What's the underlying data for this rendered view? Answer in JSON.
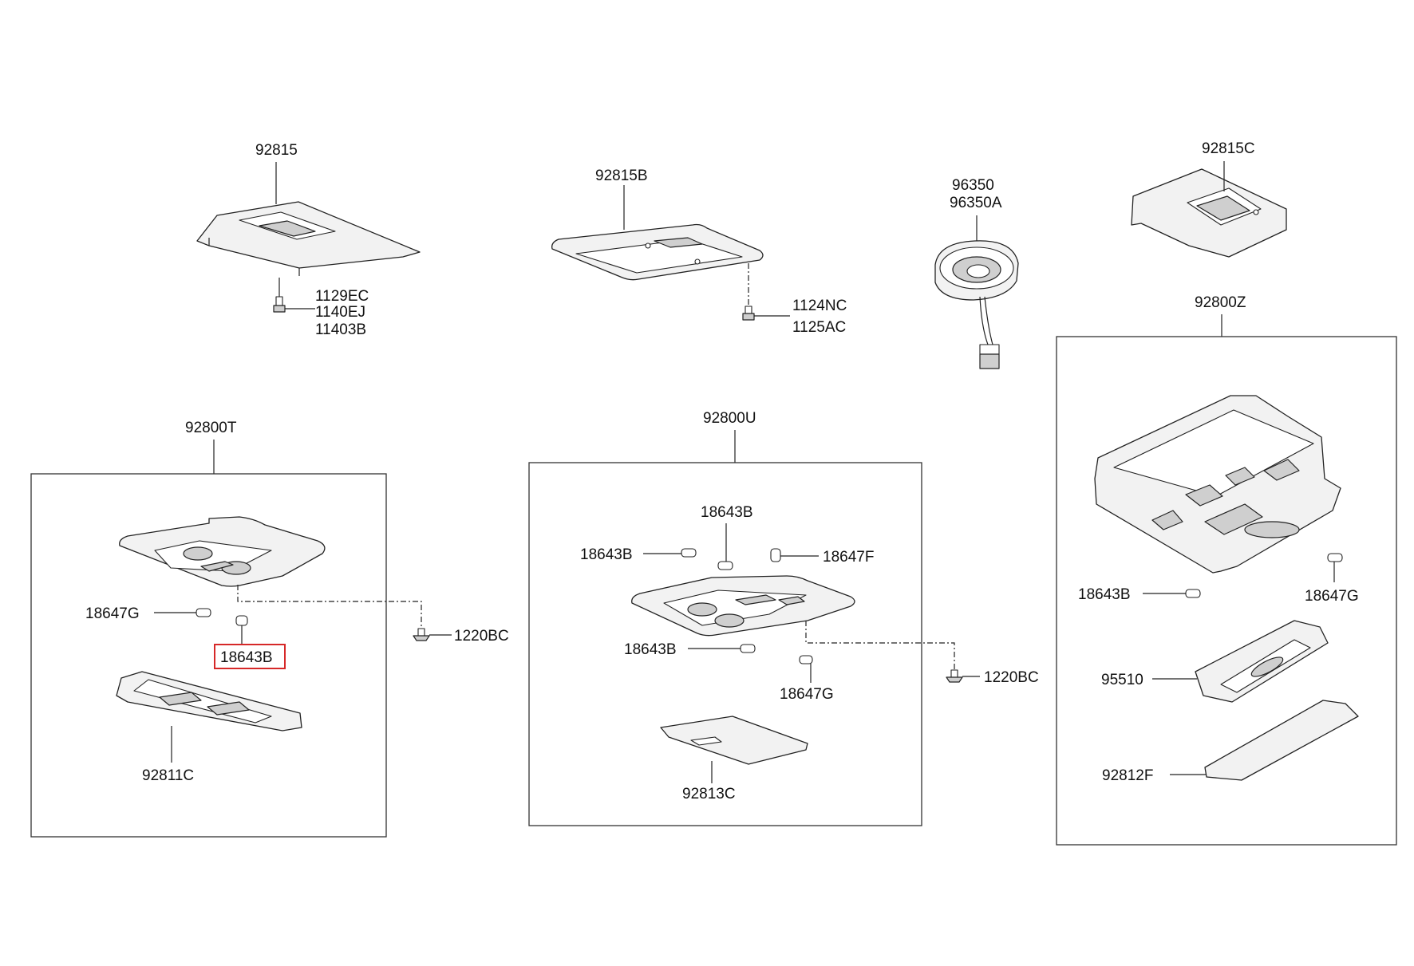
{
  "diagram": {
    "labels": {
      "p92815": "92815",
      "p92815B": "92815B",
      "p96350": "96350",
      "p96350A": "96350A",
      "p92815C": "92815C",
      "p1129EC": "1129EC",
      "p1140EJ": "1140EJ",
      "p11403B": "11403B",
      "p1124NC": "1124NC",
      "p1125AC": "1125AC",
      "p92800Z": "92800Z",
      "p92800T": "92800T",
      "p92800U": "92800U",
      "t18647G": "18647G",
      "t18643B": "18643B",
      "t1220BC": "1220BC",
      "t92811C": "92811C",
      "u18643B_top": "18643B",
      "u18643B_left": "18643B",
      "u18647F": "18647F",
      "u18643B_mid": "18643B",
      "u18647G": "18647G",
      "u1220BC": "1220BC",
      "u92813C": "92813C",
      "z18643B": "18643B",
      "z18647G": "18647G",
      "z95510": "95510",
      "z92812F": "92812F"
    },
    "highlighted_part": "18643B",
    "colors": {
      "highlight": "#d62828",
      "line": "#222222",
      "fill": "#f2f2f2"
    }
  }
}
